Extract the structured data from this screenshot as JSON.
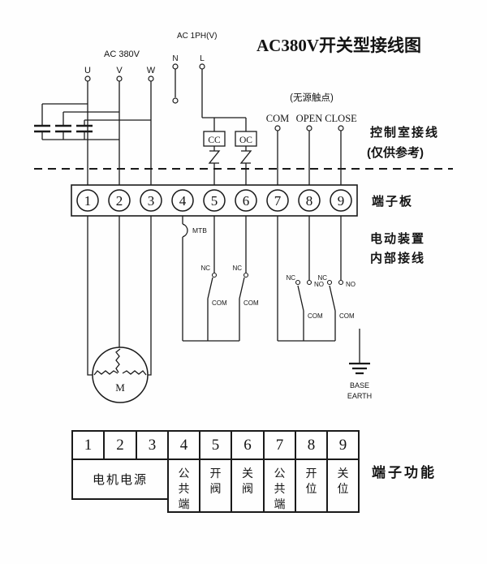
{
  "title": "AC380V开关型接线图",
  "supply": {
    "three_phase": "AC 380V",
    "phase_u": "U",
    "phase_v": "V",
    "phase_w": "W",
    "single_phase": "AC 1PH(V)",
    "neutral": "N",
    "live": "L"
  },
  "control_room": {
    "note_passive": "(无源触点)",
    "com": "COM",
    "open": "OPEN",
    "close": "CLOSE",
    "close_coil": "CC",
    "open_coil": "OC",
    "label": "控制室接线",
    "note_reference": "(仅供参考)"
  },
  "terminal_board": {
    "label": "端子板",
    "terminals": [
      "1",
      "2",
      "3",
      "4",
      "5",
      "6",
      "7",
      "8",
      "9"
    ]
  },
  "internal_wiring": {
    "label_line1": "电动装置",
    "label_line2": "内部接线",
    "mtb": "MTB",
    "motor": "M",
    "nc": "NC",
    "no": "NO",
    "com": "COM",
    "base": "BASE",
    "earth": "EARTH"
  },
  "function_table": {
    "label": "端子功能",
    "numbers": [
      "1",
      "2",
      "3",
      "4",
      "5",
      "6",
      "7",
      "8",
      "9"
    ],
    "motor_power": "电机电源",
    "functions": [
      "公共端",
      "开阀",
      "关阀",
      "公共端",
      "开位",
      "关位"
    ]
  }
}
